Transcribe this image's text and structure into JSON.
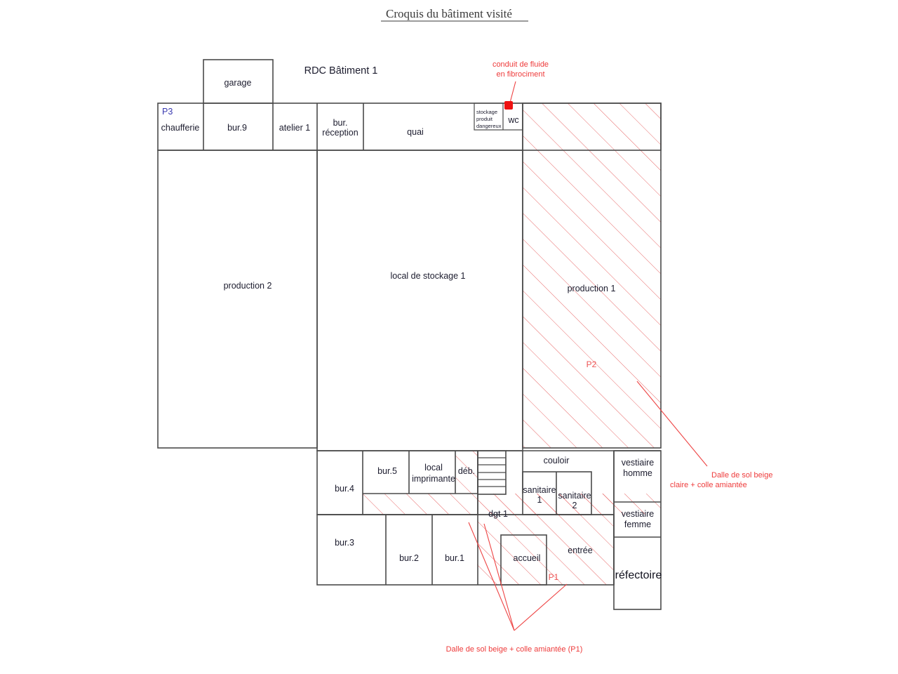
{
  "document": {
    "title": "Croquis du bâtiment visité",
    "plan_header": "RDC Bâtiment 1"
  },
  "colors": {
    "wall": "#4a4a4a",
    "text": "#1c1c2e",
    "annotation_red": "#ee3b3b",
    "hatch_red": "#e86a6a",
    "marker_red": "#ee1111",
    "label_blue": "#3a3ab0"
  },
  "rooms": [
    {
      "id": "garage",
      "label": "garage"
    },
    {
      "id": "chaufferie",
      "label": "chaufferie"
    },
    {
      "id": "bur9",
      "label": "bur.9"
    },
    {
      "id": "atelier1",
      "label": "atelier 1"
    },
    {
      "id": "bur-reception",
      "label_line1": "bur.",
      "label_line2": "réception"
    },
    {
      "id": "quai",
      "label": "quai"
    },
    {
      "id": "stockage-produit",
      "label_line1": "stockage",
      "label_line2": "produit",
      "label_line3": "dangereux"
    },
    {
      "id": "wc",
      "label": "wc"
    },
    {
      "id": "production2",
      "label": "production 2"
    },
    {
      "id": "local-stockage1",
      "label": "local de stockage 1"
    },
    {
      "id": "production1",
      "label": "production 1"
    },
    {
      "id": "bur4",
      "label": "bur.4"
    },
    {
      "id": "bur5",
      "label": "bur.5"
    },
    {
      "id": "local-imprimante",
      "label_line1": "local",
      "label_line2": "imprimante"
    },
    {
      "id": "deb",
      "label": "déb."
    },
    {
      "id": "couloir",
      "label": "couloir"
    },
    {
      "id": "sanitaire1",
      "label_line1": "sanitaire",
      "label_line2": "1"
    },
    {
      "id": "sanitaire2",
      "label_line1": "sanitaire",
      "label_line2": "2"
    },
    {
      "id": "vestiaire-homme",
      "label_line1": "vestiaire",
      "label_line2": "homme"
    },
    {
      "id": "vestiaire-femme",
      "label_line1": "vestiaire",
      "label_line2": "femme"
    },
    {
      "id": "refectoire",
      "label": "réfectoire"
    },
    {
      "id": "dgt1",
      "label": "dgt 1"
    },
    {
      "id": "bur3",
      "label": "bur.3"
    },
    {
      "id": "bur2",
      "label": "bur.2"
    },
    {
      "id": "bur1",
      "label": "bur.1"
    },
    {
      "id": "accueil",
      "label": "accueil"
    },
    {
      "id": "entree",
      "label": "entrée"
    }
  ],
  "sample_markers": [
    {
      "id": "P1",
      "label": "P1"
    },
    {
      "id": "P2",
      "label": "P2"
    },
    {
      "id": "P3",
      "label": "P3"
    }
  ],
  "annotations": [
    {
      "id": "conduit",
      "line1": "conduit de fluide",
      "line2": "en fibrociment"
    },
    {
      "id": "dalle-claire",
      "line1": "Dalle de sol beige",
      "line2": "claire + colle amiantée"
    },
    {
      "id": "dalle-p1",
      "line1": "Dalle de sol beige + colle amiantée (P1)"
    }
  ]
}
